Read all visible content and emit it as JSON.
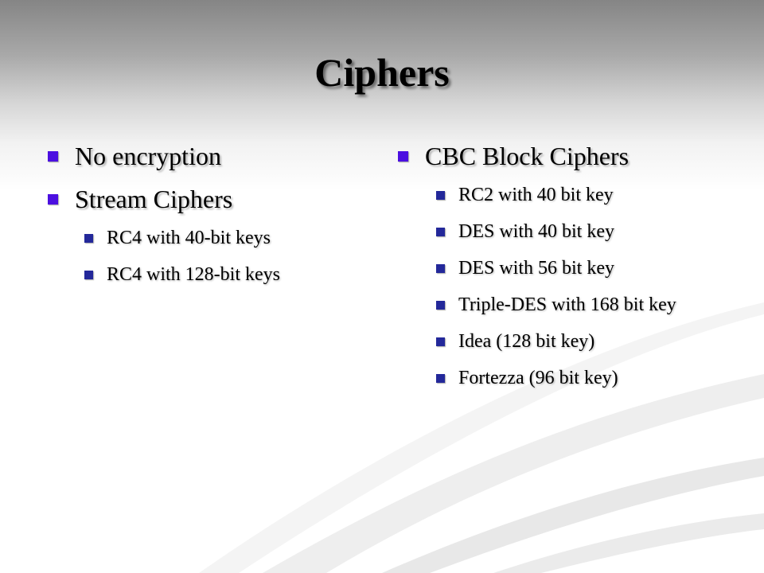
{
  "slide": {
    "title": "Ciphers",
    "bullet_color_primary": "#4B0FE0",
    "bullet_color_secondary": "#23289A",
    "left_column": {
      "items": [
        {
          "label": "No encryption"
        },
        {
          "label": "Stream Ciphers"
        }
      ],
      "sub_items": [
        {
          "label": "RC4 with 40-bit keys"
        },
        {
          "label": "RC4 with 128-bit keys"
        }
      ]
    },
    "right_column": {
      "heading": "CBC Block Ciphers",
      "sub_items": [
        {
          "label": "RC2 with 40 bit key"
        },
        {
          "label": "DES with 40 bit key"
        },
        {
          "label": "DES with 56 bit key"
        },
        {
          "label": "Triple-DES with 168 bit key"
        },
        {
          "label": "Idea (128 bit key)"
        },
        {
          "label": "Fortezza (96 bit key)"
        }
      ]
    }
  }
}
